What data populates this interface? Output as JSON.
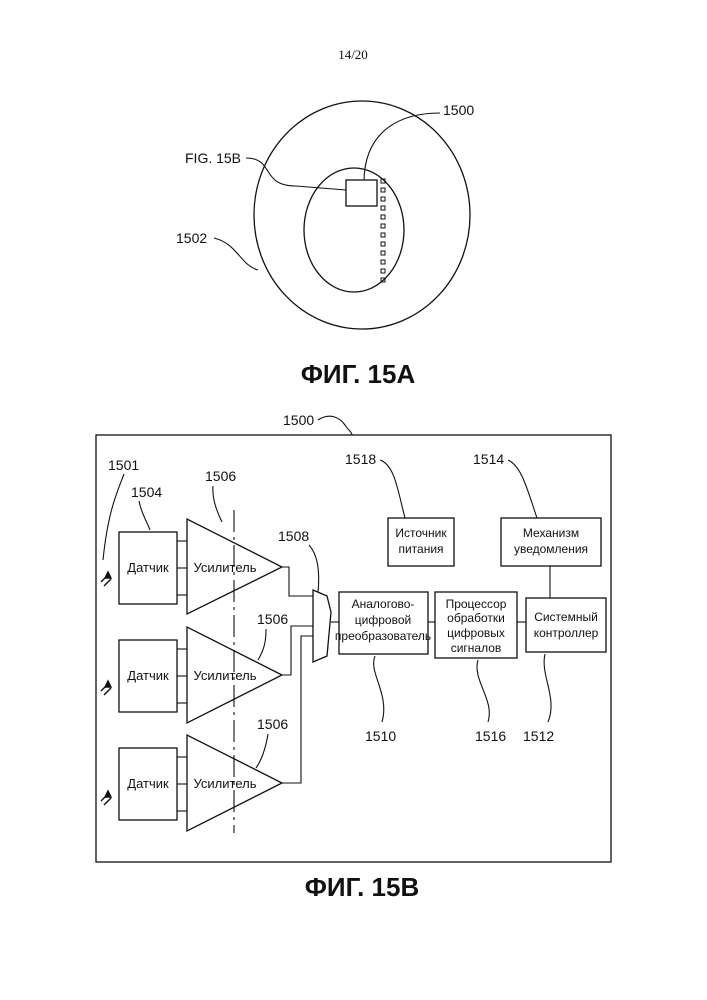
{
  "page_number": "14/20",
  "fig_a": {
    "caption": "ФИГ. 15А",
    "ref_1500": "1500",
    "ref_1502": "1502",
    "fig_ref_label": "FIG. 15B"
  },
  "fig_b": {
    "caption": "ФИГ. 15В",
    "ref_1500": "1500",
    "ref_1501": "1501",
    "ref_1504": "1504",
    "ref_1506": "1506",
    "ref_1508": "1508",
    "ref_1510": "1510",
    "ref_1512": "1512",
    "ref_1514": "1514",
    "ref_1516": "1516",
    "ref_1518": "1518",
    "sensor_label": "Датчик",
    "amplifier_label": "Усилитель",
    "adc_lines": [
      "Аналогово-",
      "цифровой",
      "преобразователь"
    ],
    "dsp_lines": [
      "Процессор",
      "обработки",
      "цифровых",
      "сигналов"
    ],
    "controller_lines": [
      "Системный",
      "контроллер"
    ],
    "power_lines": [
      "Источник",
      "питания"
    ],
    "notify_lines": [
      "Механизм",
      "уведомления"
    ]
  }
}
